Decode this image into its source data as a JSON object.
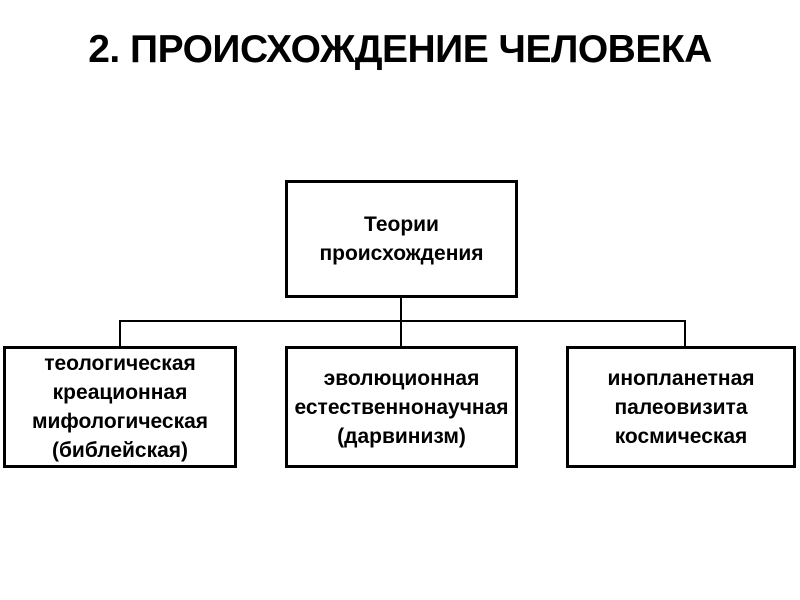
{
  "title": {
    "text": "2. ПРОИСХОЖДЕНИЕ ЧЕЛОВЕКА"
  },
  "colors": {
    "background": "#ffffff",
    "text": "#000000",
    "box_border": "#000000",
    "connector_line": "#000000"
  },
  "diagram": {
    "root": {
      "name": "theories-of-origin",
      "lines": [
        "Теории",
        "происхождения"
      ]
    },
    "children": [
      {
        "name": "theological-group",
        "lines": [
          "теологическая",
          "креационная",
          "мифологическая",
          "(библейская)"
        ]
      },
      {
        "name": "evolutionary-group",
        "lines": [
          "эволюционная",
          "естественнонаучная",
          "(дарвинизм)"
        ]
      },
      {
        "name": "extraterrestrial-group",
        "lines": [
          "инопланетная",
          "палеовизита",
          "космическая"
        ]
      }
    ]
  }
}
